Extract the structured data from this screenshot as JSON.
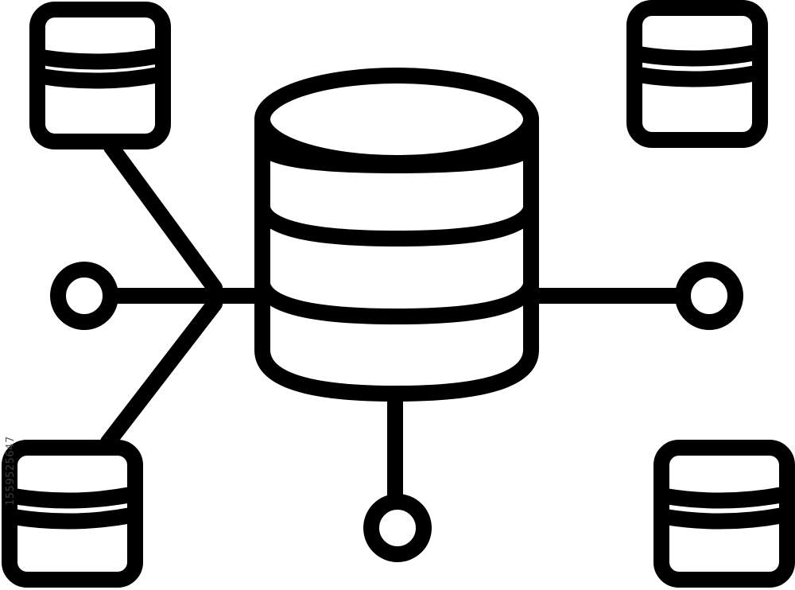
{
  "diagram": {
    "watermark_id": "1559525647",
    "colors": {
      "stroke": "#000000",
      "background": "#ffffff"
    },
    "central_node": {
      "icon": "database-cylinder-icon",
      "segments": 4
    },
    "satellite_databases": [
      {
        "name": "top-left",
        "icon": "database-box-icon"
      },
      {
        "name": "top-right",
        "icon": "database-box-icon"
      },
      {
        "name": "bottom-left",
        "icon": "database-box-icon"
      },
      {
        "name": "bottom-right",
        "icon": "database-box-icon"
      }
    ],
    "endpoint_nodes": [
      {
        "name": "left",
        "icon": "circle-node-icon"
      },
      {
        "name": "right",
        "icon": "circle-node-icon"
      },
      {
        "name": "bottom",
        "icon": "circle-node-icon"
      }
    ]
  }
}
